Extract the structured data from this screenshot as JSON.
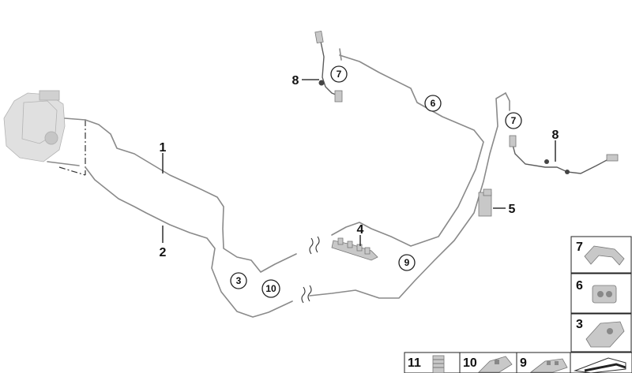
{
  "callouts": [
    {
      "id": "c1",
      "label": "1",
      "circled": false
    },
    {
      "id": "c2",
      "label": "2",
      "circled": false
    },
    {
      "id": "c3",
      "label": "3",
      "circled": true
    },
    {
      "id": "c4",
      "label": "4",
      "circled": false
    },
    {
      "id": "c5",
      "label": "5",
      "circled": false
    },
    {
      "id": "c6",
      "label": "6",
      "circled": true
    },
    {
      "id": "c7a",
      "label": "7",
      "circled": true
    },
    {
      "id": "c7b",
      "label": "7",
      "circled": true
    },
    {
      "id": "c8a",
      "label": "8",
      "circled": false
    },
    {
      "id": "c8b",
      "label": "8",
      "circled": false
    },
    {
      "id": "c9",
      "label": "9",
      "circled": true
    },
    {
      "id": "c10",
      "label": "10",
      "circled": true
    }
  ],
  "legend": [
    {
      "label": "7",
      "icon": "bracket-clip-icon"
    },
    {
      "label": "6",
      "icon": "double-clip-icon"
    },
    {
      "label": "3",
      "icon": "single-clip-icon"
    },
    {
      "label": "11",
      "icon": "coil-spring-icon"
    },
    {
      "label": "10",
      "icon": "multi-clip-icon"
    },
    {
      "label": "9",
      "icon": "triple-clip-icon"
    },
    {
      "label": "",
      "icon": "shim-plate-icon"
    }
  ],
  "colors": {
    "line": "#8a8a8a",
    "text": "#111111",
    "part": "#c8c8c8"
  }
}
